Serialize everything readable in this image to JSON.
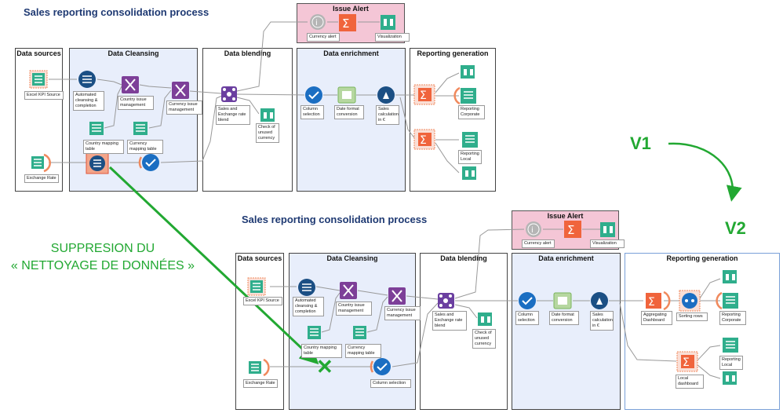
{
  "v1": {
    "title": "Sales reporting consolidation process",
    "panels": {
      "sources": "Data sources",
      "cleansing": "Data Cleansing",
      "blending": "Data blending",
      "enrichment": "Data enrichment",
      "reporting": "Reporting generation",
      "alert": "Issue Alert"
    },
    "labels": {
      "excel": "Excel KPI Source",
      "exchange": "Exchange Rate",
      "auto": "Automated cleansing & completion",
      "country_issue": "Country issue management",
      "currency_issue": "Currency issue management",
      "country_map": "Country mapping table",
      "currency_map": "Currency mapping table",
      "blend": "Sales and Exchange rate blend",
      "check": "Check of unused currency",
      "colsel": "Column selection",
      "datefmt": "Date format conversion",
      "salescalc": "Sales calculation in €",
      "rep_corp": "Reporting Corporate",
      "rep_local": "Reporting Local",
      "cur_alert": "Currency alert",
      "visual": "Visualization"
    }
  },
  "v2": {
    "title": "Sales reporting consolidation process",
    "panels": {
      "sources": "Data sources",
      "cleansing": "Data Cleansing",
      "blending": "Data blending",
      "enrichment": "Data enrichment",
      "reporting": "Reporting generation",
      "alert": "Issue Alert"
    },
    "labels": {
      "excel": "Excel KPI Source",
      "exchange": "Exchange Rate",
      "auto": "Automated cleansing & completion",
      "country_issue": "Country issue management",
      "currency_issue": "Currency issue management",
      "country_map": "Country mapping table",
      "currency_map": "Currency mapping table",
      "colsel_clean": "Column selection",
      "blend": "Sales and Exchange rate blend",
      "check": "Check of unused currency",
      "colsel": "Column selection",
      "datefmt": "Date format conversion",
      "salescalc": "Sales calculation in €",
      "agg": "Aggregating Dashboard",
      "sort": "Sorting rows",
      "rep_corp": "Reporting Corporate",
      "rep_local": "Reporting Local",
      "local_dash": "Local dashboard",
      "cur_alert": "Currency alert",
      "visual": "Visualization"
    }
  },
  "annotations": {
    "v1": "V1",
    "v2": "V2",
    "removal_line1": "SUPPRESION DU",
    "removal_line2": "« NETTOYAGE DE DONNÉES »"
  },
  "colors": {
    "accent_green": "#22a832",
    "title_blue": "#1f3a73",
    "panel_blue": "#e8eefb",
    "panel_pink": "#f4c6d6"
  }
}
